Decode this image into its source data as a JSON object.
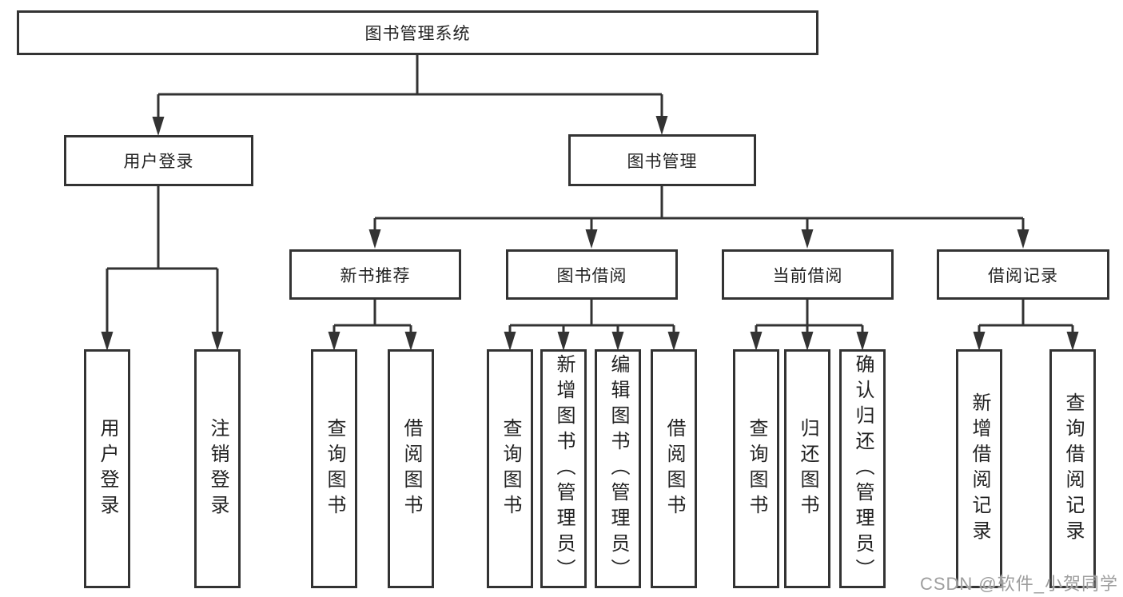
{
  "tree": {
    "label": "图书管理系统",
    "children": [
      {
        "label": "用户登录",
        "children": [
          {
            "label": "用户登录"
          },
          {
            "label": "注销登录"
          }
        ]
      },
      {
        "label": "图书管理",
        "children": [
          {
            "label": "新书推荐",
            "children": [
              {
                "label": "查询图书"
              },
              {
                "label": "借阅图书"
              }
            ]
          },
          {
            "label": "图书借阅",
            "children": [
              {
                "label": "查询图书"
              },
              {
                "label": "新增图书（管理员）"
              },
              {
                "label": "编辑图书（管理员）"
              },
              {
                "label": "借阅图书"
              }
            ]
          },
          {
            "label": "当前借阅",
            "children": [
              {
                "label": "查询图书"
              },
              {
                "label": "归还图书"
              },
              {
                "label": "确认归还（管理员）"
              }
            ]
          },
          {
            "label": "借阅记录",
            "children": [
              {
                "label": "新增借阅记录"
              },
              {
                "label": "查询借阅记录"
              }
            ]
          }
        ]
      }
    ]
  },
  "watermark": "CSDN @软件_小贺同学",
  "colors": {
    "line": "#333333",
    "box_fill": "#ffffff",
    "text": "#222222",
    "watermark": "#9e9e9e",
    "background": "#ffffff"
  }
}
